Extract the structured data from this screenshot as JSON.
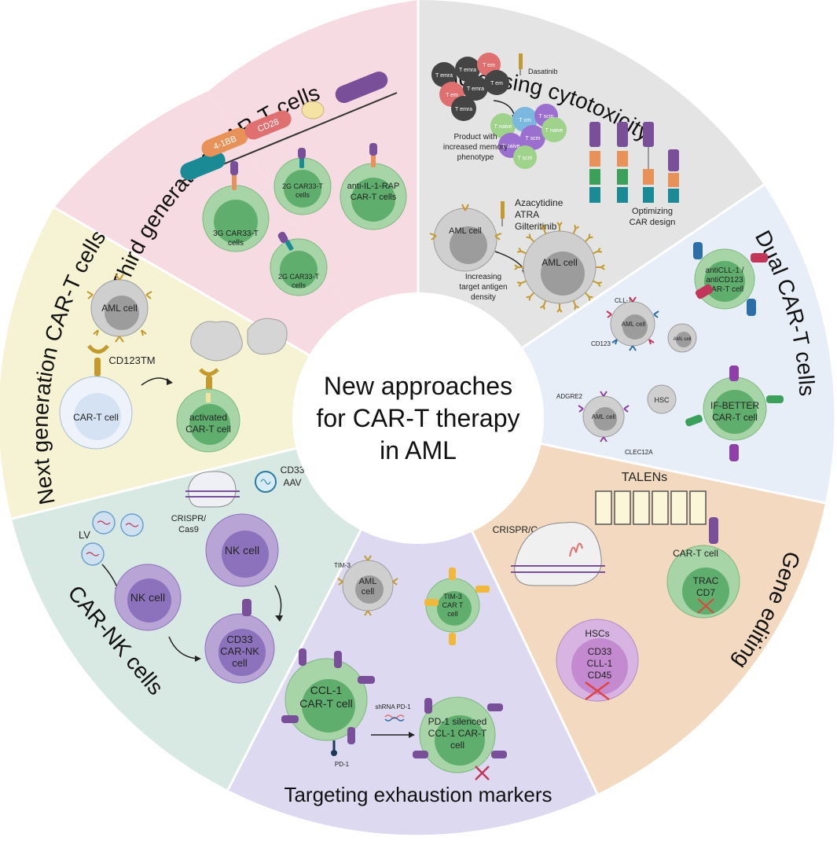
{
  "center": {
    "line1": "New approaches",
    "line2": "for CAR-T therapy",
    "line3": "in AML"
  },
  "sectors": {
    "third_gen": {
      "title": "Third generation CAR-T cells",
      "color": "#f7dbe2",
      "domain_4_1bb": "4-1BB",
      "domain_cd28": "CD28",
      "cell_3g": "3G CAR33-T",
      "cell_3g_sub": "cells",
      "cell_2g_top": "2G CAR33-T",
      "cell_2g_top_sub": "cells",
      "cell_2g_bottom": "2G CAR33-T",
      "cell_2g_bottom_sub": "cells",
      "cell_il1rap": "anti-IL-1-RAP",
      "cell_il1rap_sub": "CAR-T cells"
    },
    "cytotoxicity": {
      "title": "Increasing cytotoxicity",
      "color": "#e4e4e4",
      "dasatinib": "Dasatinib",
      "memory_line1": "Product with",
      "memory_line2": "increased memory",
      "memory_line3": "phenotype",
      "drug1": "Azacytidine",
      "drug2": "ATRA",
      "drug3": "Gilteritinib",
      "aml_cell": "AML cell",
      "aml_cell_large": "AML cell",
      "density_line1": "Increasing",
      "density_line2": "target antigen",
      "density_line3": "density",
      "car_line1": "Optimizing",
      "car_line2": "CAR design",
      "tcells": [
        "T emra",
        "T emra",
        "T em",
        "T em",
        "T emra",
        "T emra",
        "T em"
      ],
      "memory_tcells": [
        "T naive",
        "T cm",
        "T scm",
        "T naive",
        "T scm",
        "T scm",
        "T naive"
      ]
    },
    "dual": {
      "title": "Dual CAR-T cells",
      "color": "#e8eef8",
      "cll1": "CLL-1",
      "cd123": "CD123",
      "aml_cell": "AML cell",
      "aml_cell_small": "AML cell",
      "dual_line1": "antiCLL-1 /",
      "dual_line2": "antiCD123",
      "dual_line3": "CAR-T cell",
      "adgre2": "ADGRE2",
      "clec12a": "CLEC12A",
      "aml_cell2": "AML cell",
      "hsc": "HSC",
      "ifbetter_line1": "IF-BETTER",
      "ifbetter_line2": "CAR-T cell"
    },
    "gene_editing": {
      "title": "Gene editing",
      "color": "#f2d9bf",
      "talens": "TALENs",
      "crispr": "CRISPR/Cas9",
      "cart": "CAR-T cell",
      "trac": "TRAC",
      "cd7": "CD7",
      "hscs": "HSCs",
      "hsc_cd33": "CD33",
      "hsc_cll1": "CLL-1",
      "hsc_cd45": "CD45"
    },
    "exhaustion": {
      "title": "Targeting exhaustion markers",
      "color": "#ddd9f0",
      "tim3": "TIM-3",
      "aml_line1": "AML",
      "aml_line2": "cell",
      "tim3_cart_line1": "TIM-3",
      "tim3_cart_line2": "CAR T",
      "tim3_cart_line3": "cell",
      "ccl1_line1": "CCL-1",
      "ccl1_line2": "CAR-T cell",
      "shrna": "shRNA PD-1",
      "pd1": "PD-1",
      "silenced_line1": "PD-1 silenced",
      "silenced_line2": "CCL-1 CAR-T",
      "silenced_line3": "cell"
    },
    "car_nk": {
      "title": "CAR-NK cells",
      "color": "#d8e8e2",
      "lv": "LV",
      "crispr_line1": "CRISPR/",
      "crispr_line2": "Cas9",
      "cd33": "CD33",
      "aav": "AAV",
      "nk_cell_left": "NK cell",
      "nk_cell_right": "NK cell",
      "carnk_line1": "CD33",
      "carnk_line2": "CAR-NK",
      "carnk_line3": "cell"
    },
    "next_gen": {
      "title": "Next generation CAR-T cells",
      "color": "#f5f3d3",
      "aml_cell": "AML cell",
      "cd123tm": "CD123TM",
      "cart": "CAR-T cell",
      "activated_line1": "activated",
      "activated_line2": "CAR-T cell"
    }
  },
  "colors": {
    "cell_green_outer": "#a8d5a8",
    "cell_green_inner": "#5fae6e",
    "cell_grey_outer": "#cfcfcf",
    "cell_grey_inner": "#9c9c9c",
    "cell_purple_outer": "#b9a4d6",
    "cell_purple_inner": "#8c72bd",
    "receptor_gold": "#c49a2c",
    "car_purple": "#7a4f9a",
    "teal": "#1a8a95",
    "orange": "#e8925a",
    "pink_red": "#e07070"
  }
}
